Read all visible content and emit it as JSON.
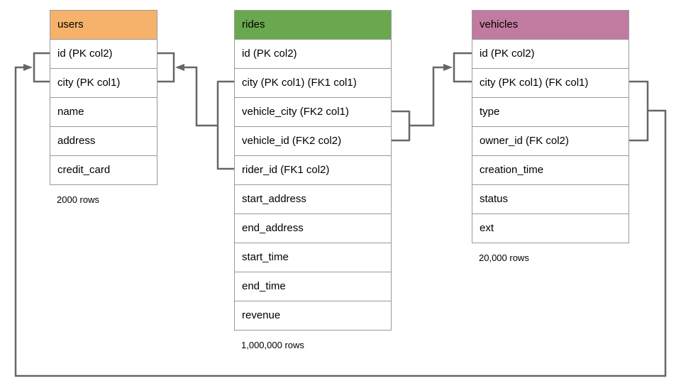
{
  "diagram": {
    "line_color": "#666666",
    "border_color": "#999999",
    "tables": [
      {
        "name": "users",
        "header_color": "#f6b26b",
        "columns": [
          "id (PK col2)",
          "city (PK col1)",
          "name",
          "address",
          "credit_card"
        ],
        "row_count_label": "2000 rows"
      },
      {
        "name": "rides",
        "header_color": "#6aa84f",
        "columns": [
          "id (PK col2)",
          "city (PK col1) (FK1 col1)",
          "vehicle_city (FK2 col1)",
          "vehicle_id (FK2 col2)",
          "rider_id (FK1 col2)",
          "start_address",
          "end_address",
          "start_time",
          "end_time",
          "revenue"
        ],
        "row_count_label": "1,000,000 rows"
      },
      {
        "name": "vehicles",
        "header_color": "#c27ba0",
        "columns": [
          "id (PK col2)",
          "city (PK col1) (FK col1)",
          "type",
          "owner_id (FK col2)",
          "creation_time",
          "status",
          "ext"
        ],
        "row_count_label": "20,000 rows"
      }
    ],
    "relationships": [
      {
        "name": "rides-to-users",
        "from": "rides (city FK1 col1, rider_id FK1 col2)",
        "to": "users (id, city)"
      },
      {
        "name": "rides-to-vehicles",
        "from": "rides (vehicle_city FK2 col1, vehicle_id FK2 col2)",
        "to": "vehicles (id, city)"
      },
      {
        "name": "vehicles-to-users",
        "from": "vehicles (city FK col1, owner_id FK col2)",
        "to": "users (id, city)"
      }
    ]
  }
}
